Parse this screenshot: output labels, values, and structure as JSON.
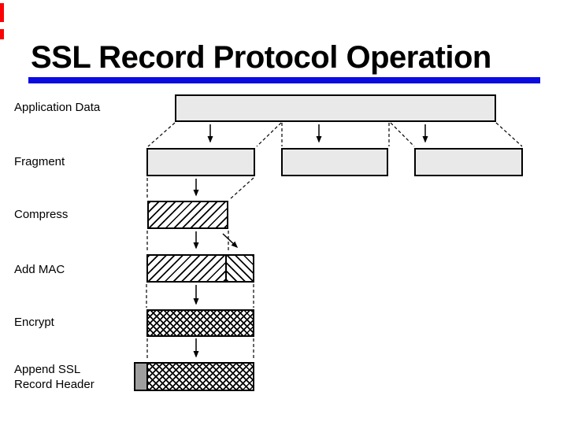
{
  "slide": {
    "title": "SSL Record Protocol Operation",
    "accent_rule_color": "#0B0BE0",
    "background_color": "#FFFFFF",
    "red_annotation_color": "#FB0207"
  },
  "diagram": {
    "labels": {
      "application_data": "Application Data",
      "fragment": "Fragment",
      "compress": "Compress",
      "add_mac": "Add MAC",
      "encrypt": "Encrypt",
      "append_line1": "Append SSL",
      "append_line2": "Record Header"
    },
    "colors": {
      "plain_box_fill": "#E9E9E9",
      "box_border": "#000000",
      "ssl_header_fill": "#9E9E9E",
      "hatch_line": "#000000"
    },
    "textures": {
      "fragment_boxes": "plain-gray",
      "compressed_data": "forward-diagonal-hatch",
      "mac_segment": "back-diagonal-hatch",
      "encrypted_data": "crosshatch",
      "ssl_record_header": "solid-gray"
    }
  }
}
